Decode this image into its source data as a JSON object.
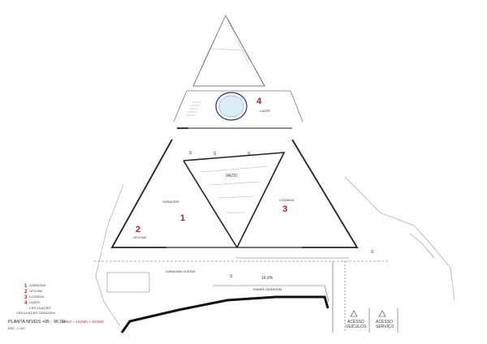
{
  "rooms": {
    "r1": {
      "number": "1",
      "name": "GARAGEM"
    },
    "r2": {
      "number": "2",
      "name": "OFICINA"
    },
    "r3": {
      "number": "3",
      "name": "COZINHA"
    },
    "r4": {
      "number": "4",
      "name": "LAZER"
    },
    "void": "VAZIO",
    "garage_visitors": "GARAGEM VISITAS",
    "ramp": "RAMPA GARAGEM",
    "ramp_slope": "16,6%"
  },
  "legend": {
    "items": [
      {
        "number": "1",
        "name": "GARAGEM"
      },
      {
        "number": "2",
        "name": "OFICINA"
      },
      {
        "number": "3",
        "name": "COZINHA"
      },
      {
        "number": "4",
        "name": "LAZER"
      }
    ],
    "extra": [
      "CIRCULAÇÃO",
      "CIRCULAÇÃO GARAGEM"
    ]
  },
  "title": {
    "text": "PLANTA NÍVEIS +95 - 96,00",
    "area": "AREA = 1XXM2 + 1XXM2",
    "scale": "ESC. 1:100"
  },
  "access": {
    "vehicles_line1": "ACESSO",
    "vehicles_line2": "VEÍCULOS",
    "service_line1": "ACESSO",
    "service_line2": "SERVIÇO"
  },
  "section_marker": "S"
}
